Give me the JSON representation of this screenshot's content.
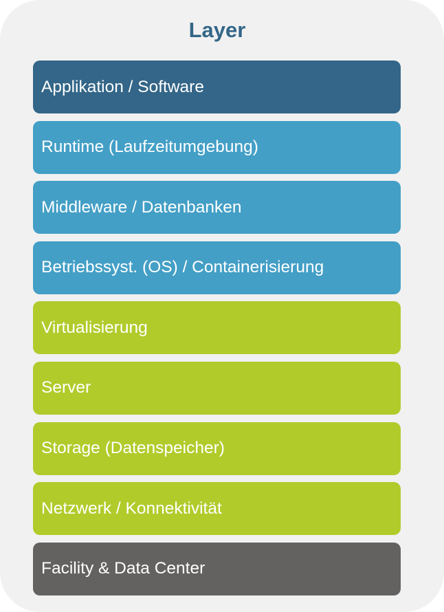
{
  "title": "Layer",
  "layers": [
    {
      "label": "Applikation / Software",
      "color": "#336688"
    },
    {
      "label": "Runtime (Laufzeitumgebung)",
      "color": "#439fc6"
    },
    {
      "label": "Middleware / Datenbanken",
      "color": "#439fc6"
    },
    {
      "label": "Betriebssyst. (OS) / Containerisierung",
      "color": "#439fc6"
    },
    {
      "label": "Virtualisierung",
      "color": "#b1cb2b"
    },
    {
      "label": "Server",
      "color": "#b1cb2b"
    },
    {
      "label": "Storage (Datenspeicher)",
      "color": "#b1cb2b"
    },
    {
      "label": "Netzwerk / Konnektivität",
      "color": "#b1cb2b"
    },
    {
      "label": "Facility & Data Center",
      "color": "#636261"
    }
  ]
}
